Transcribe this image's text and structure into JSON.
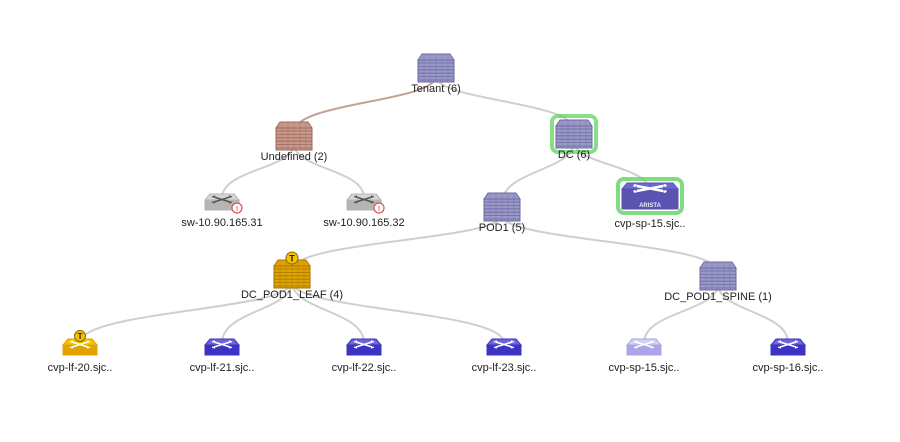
{
  "colors": {
    "container": "#9a98c8",
    "container_dark": "#6d6a9f",
    "undefined_container": "#c9988a",
    "undefined_dark": "#9b6a5d",
    "tagged": "#e0a300",
    "selected_glow": "#5fd35f",
    "link": "#cfcfcf",
    "link_undefined": "#c6a095",
    "switch_blue": "#3c33c2",
    "switch_gray": "#b5b5b5"
  },
  "nodes": [
    {
      "id": "tenant",
      "label": "Tenant (6)",
      "kind": "container",
      "icon": "container-stack-icon"
    },
    {
      "id": "undefined",
      "label": "Undefined (2)",
      "kind": "container-undefined",
      "icon": "container-stack-icon"
    },
    {
      "id": "dc",
      "label": "DC (6)",
      "kind": "container-selected",
      "icon": "container-stack-icon"
    },
    {
      "id": "sw1",
      "label": "sw-10.90.165.31",
      "kind": "switch-warning",
      "icon": "switch-warning-icon"
    },
    {
      "id": "sw2",
      "label": "sw-10.90.165.32",
      "kind": "switch-warning",
      "icon": "switch-warning-icon"
    },
    {
      "id": "pod1",
      "label": "POD1 (5)",
      "kind": "container",
      "icon": "container-stack-icon"
    },
    {
      "id": "sp15a",
      "label": "cvp-sp-15.sjc..",
      "kind": "switch-selected",
      "icon": "arista-switch-icon",
      "brand": "ARISTA"
    },
    {
      "id": "leaf",
      "label": "DC_POD1_LEAF (4)",
      "kind": "container-tagged",
      "icon": "container-stack-icon",
      "tag": "T"
    },
    {
      "id": "spine",
      "label": "DC_POD1_SPINE (1)",
      "kind": "container",
      "icon": "container-stack-icon"
    },
    {
      "id": "lf20",
      "label": "cvp-lf-20.sjc..",
      "kind": "switch-tagged",
      "icon": "arista-switch-icon",
      "tag": "T"
    },
    {
      "id": "lf21",
      "label": "cvp-lf-21.sjc..",
      "kind": "switch",
      "icon": "arista-switch-icon"
    },
    {
      "id": "lf22",
      "label": "cvp-lf-22.sjc..",
      "kind": "switch",
      "icon": "arista-switch-icon"
    },
    {
      "id": "lf23",
      "label": "cvp-lf-23.sjc..",
      "kind": "switch",
      "icon": "arista-switch-icon"
    },
    {
      "id": "sp15b",
      "label": "cvp-sp-15.sjc..",
      "kind": "switch-faded",
      "icon": "arista-switch-icon"
    },
    {
      "id": "sp16",
      "label": "cvp-sp-16.sjc..",
      "kind": "switch",
      "icon": "arista-switch-icon"
    }
  ],
  "links": [
    {
      "from": "tenant",
      "to": "undefined",
      "style": "undefined"
    },
    {
      "from": "tenant",
      "to": "dc",
      "style": "normal"
    },
    {
      "from": "undefined",
      "to": "sw1",
      "style": "normal"
    },
    {
      "from": "undefined",
      "to": "sw2",
      "style": "normal"
    },
    {
      "from": "dc",
      "to": "pod1",
      "style": "normal"
    },
    {
      "from": "dc",
      "to": "sp15a",
      "style": "normal"
    },
    {
      "from": "pod1",
      "to": "leaf",
      "style": "normal"
    },
    {
      "from": "pod1",
      "to": "spine",
      "style": "normal"
    },
    {
      "from": "leaf",
      "to": "lf20",
      "style": "normal"
    },
    {
      "from": "leaf",
      "to": "lf21",
      "style": "normal"
    },
    {
      "from": "leaf",
      "to": "lf22",
      "style": "normal"
    },
    {
      "from": "leaf",
      "to": "lf23",
      "style": "normal"
    },
    {
      "from": "spine",
      "to": "sp15b",
      "style": "normal"
    },
    {
      "from": "spine",
      "to": "sp16",
      "style": "normal"
    }
  ]
}
